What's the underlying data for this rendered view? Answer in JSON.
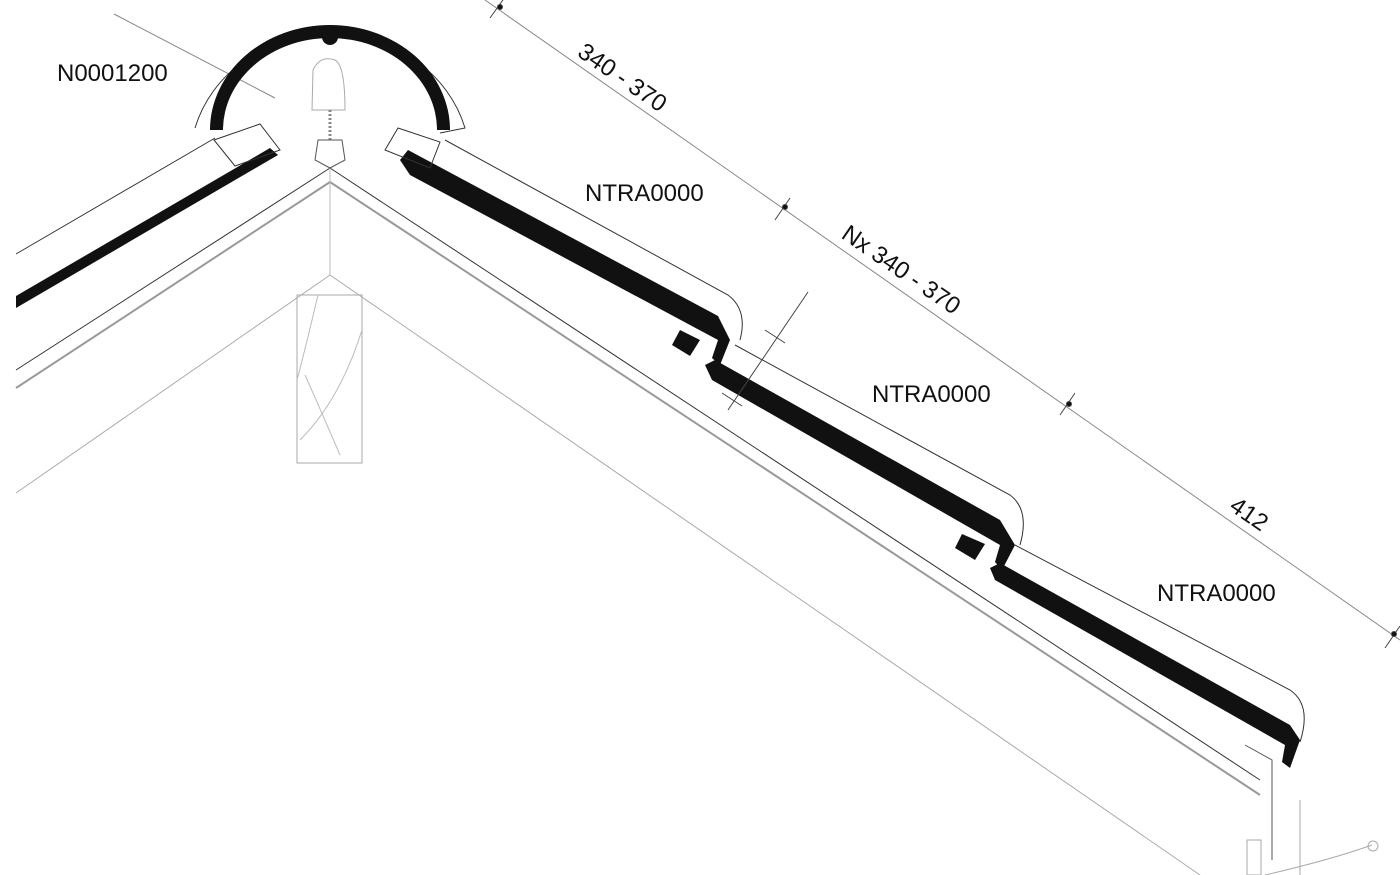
{
  "drawing": {
    "title": "Roof ridge tile section detail",
    "colors": {
      "background": "#ffffff",
      "tile": "#111111",
      "line": "#222222",
      "faint_line": "#aaaaaa",
      "dimension_line": "#888888"
    }
  },
  "labels": {
    "ridge_tile": "N0001200",
    "tile_1": "NTRA0000",
    "tile_2": "NTRA0000",
    "tile_3": "NTRA0000"
  },
  "dimensions": {
    "first_spacing": "340 - 370",
    "repeat_spacing": "Nx 340 - 370",
    "eave_spacing": "412"
  }
}
